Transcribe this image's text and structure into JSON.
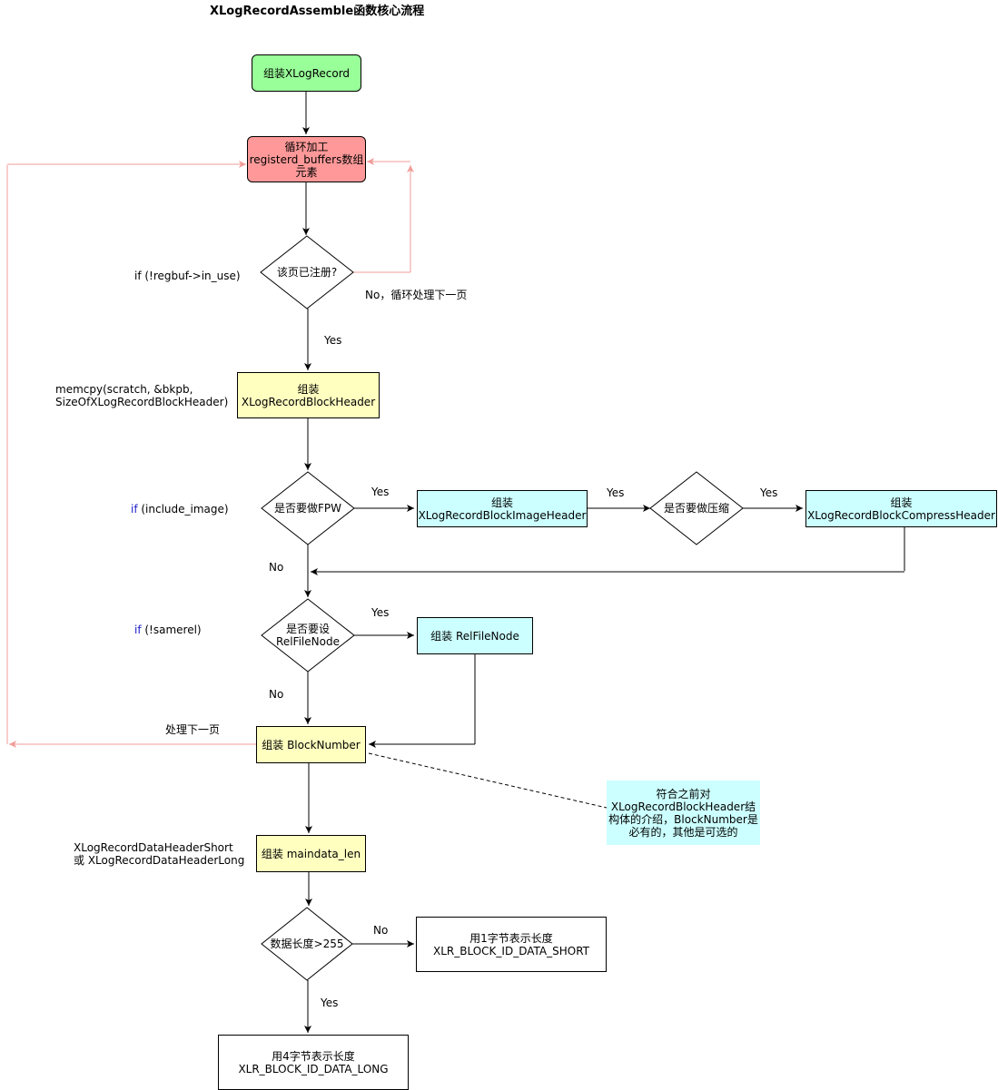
{
  "title": "XLogRecordAssemble函数核心流程",
  "colors": {
    "start_fill": "#99ff99",
    "loop_fill": "#ff9999",
    "yellow_fill": "#ffffc0",
    "cyan_fill": "#ccffff",
    "note_fill": "#ccffff",
    "loop_arrow": "#f19c99",
    "stroke": "#000000"
  },
  "nodes": {
    "start": "组装XLogRecord",
    "loop": "循环加工\nregisterd_buffers数组\n元素",
    "d_registered": "该页已注册?",
    "block_header": "组装\nXLogRecordBlockHeader",
    "d_fpw": "是否要做FPW",
    "image_header": "组装\nXLogRecordBlockImageHeader",
    "d_compress": "是否要做压缩",
    "compress_header": "组装\nXLogRecordBlockCompressHeader",
    "d_relfilenode": "是否要设\nRelFileNode",
    "relfilenode": "组装 RelFileNode",
    "blocknumber": "组装 BlockNumber",
    "maindata": "组装 maindata_len",
    "d_datalen": "数据长度>255",
    "short": "用1字节表示长度\nXLR_BLOCK_ID_DATA_SHORT",
    "long": "用4字节表示长度\nXLR_BLOCK_ID_DATA_LONG"
  },
  "note": "符合之前对\nXLogRecordBlockHeader结\n构体的介绍，BlockNumber是\n必有的，其他是可选的",
  "edge_labels": {
    "no_next_page": "No，循环处理下一页",
    "yes1": "Yes",
    "yes_fpw": "Yes",
    "yes_compress": "Yes",
    "yes_compress2": "Yes",
    "no_fpw": "No",
    "yes_rel": "Yes",
    "no_rel": "No",
    "next_page": "处理下一页",
    "no_len": "No",
    "yes_len": "Yes"
  },
  "code_labels": {
    "regbuf": "if (!regbuf->in_use)",
    "memcpy": "memcpy(scratch, &bkpb,\nSizeOfXLogRecordBlockHeader)",
    "include_image_kw": "if",
    "include_image": " (include_image)",
    "samerel_kw": "if",
    "samerel": " (!samerel)",
    "dataheader": "XLogRecordDataHeaderShort\n或 XLogRecordDataHeaderLong"
  }
}
